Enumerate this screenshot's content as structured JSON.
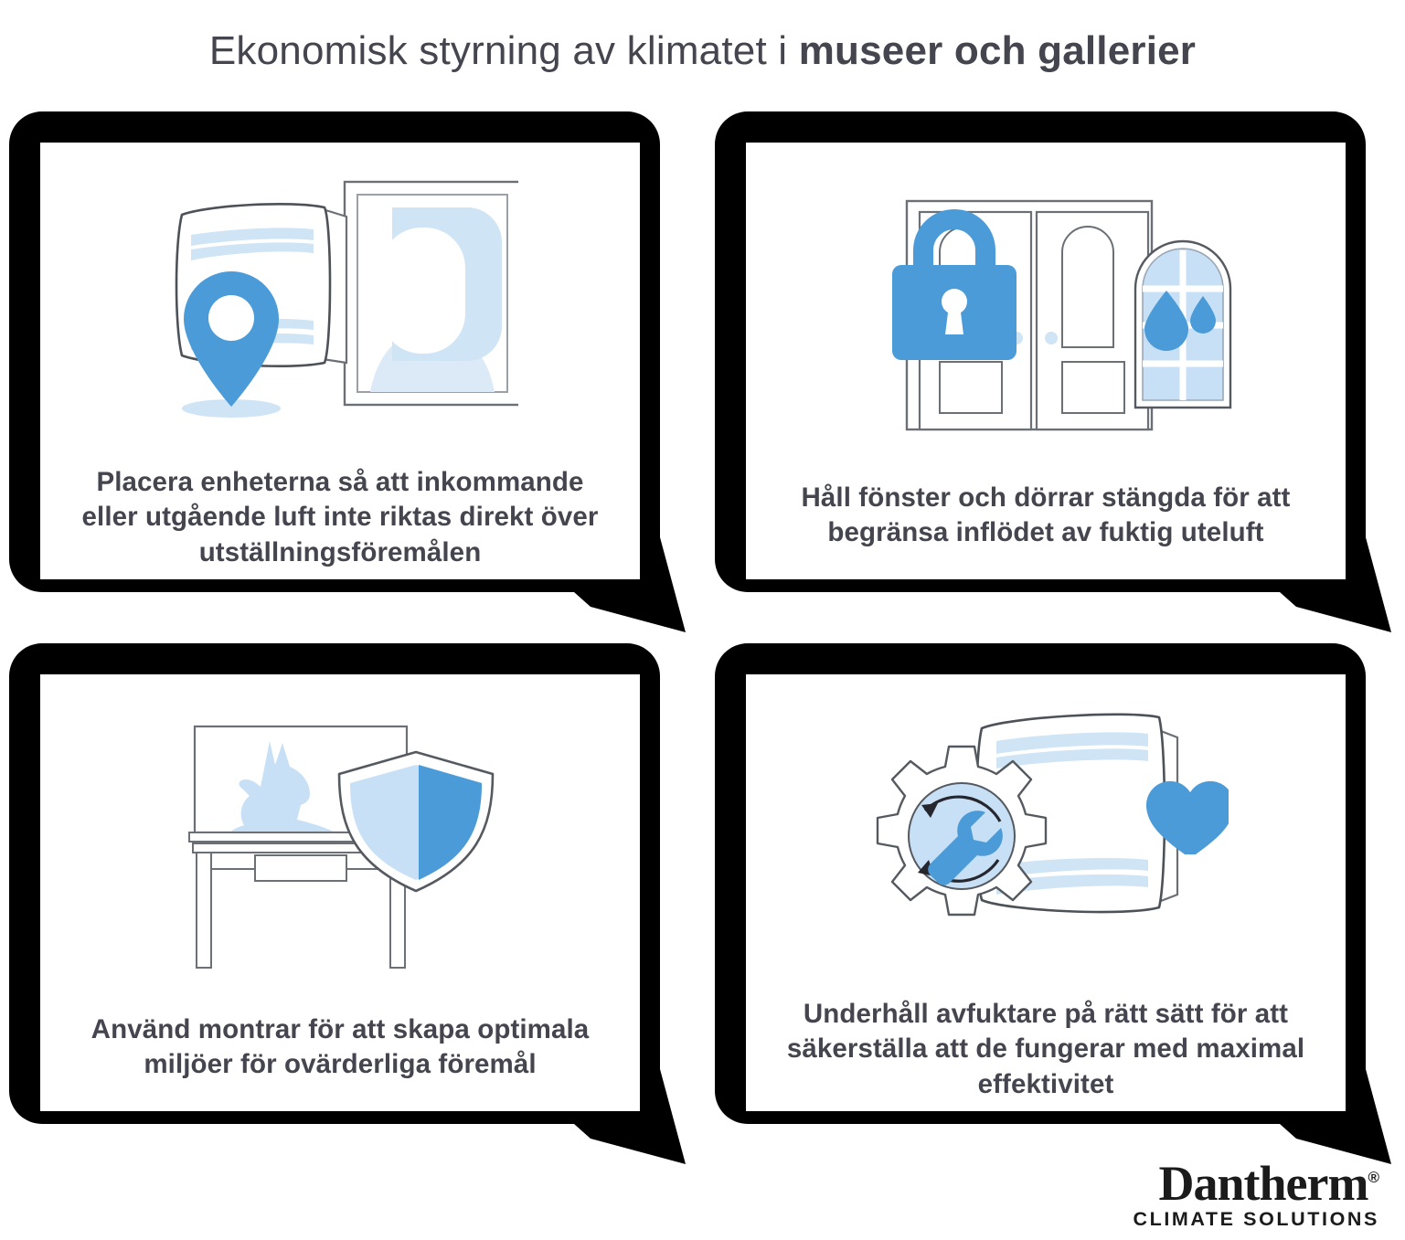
{
  "title": {
    "light_part": "Ekonomisk styrning av klimatet i ",
    "bold_part": "museer och gallerier"
  },
  "colors": {
    "primary_blue": "#4a9bd8",
    "mid_blue": "#9ccbec",
    "light_blue": "#cfe4f5",
    "pale_blue": "#e4f0fa",
    "outline_gray": "#555a60",
    "text_dark": "#45454f",
    "frame_black": "#000000"
  },
  "cards": [
    {
      "id": "placement",
      "icon_name": "dehumidifier-location-pin-artwork-icon",
      "caption": "Placera enheterna så att inkommande eller utgående luft inte riktas direkt över utställningsföremålen"
    },
    {
      "id": "closed-openings",
      "icon_name": "locked-doors-window-moisture-icon",
      "caption": "Håll fönster och dörrar stängda för att begränsa inflödet av fuktig uteluft"
    },
    {
      "id": "display-cases",
      "icon_name": "display-case-shield-icon",
      "caption": "Använd montrar för att skapa optimala miljöer för ovärderliga föremål"
    },
    {
      "id": "maintenance",
      "icon_name": "dehumidifier-gear-wrench-heart-icon",
      "caption": "Underhåll avfuktare på rätt sätt för att säkerställa att de fungerar med maximal effektivitet"
    }
  ],
  "logo": {
    "word": "Dantherm",
    "registered": "®",
    "tagline": "CLIMATE SOLUTIONS"
  }
}
